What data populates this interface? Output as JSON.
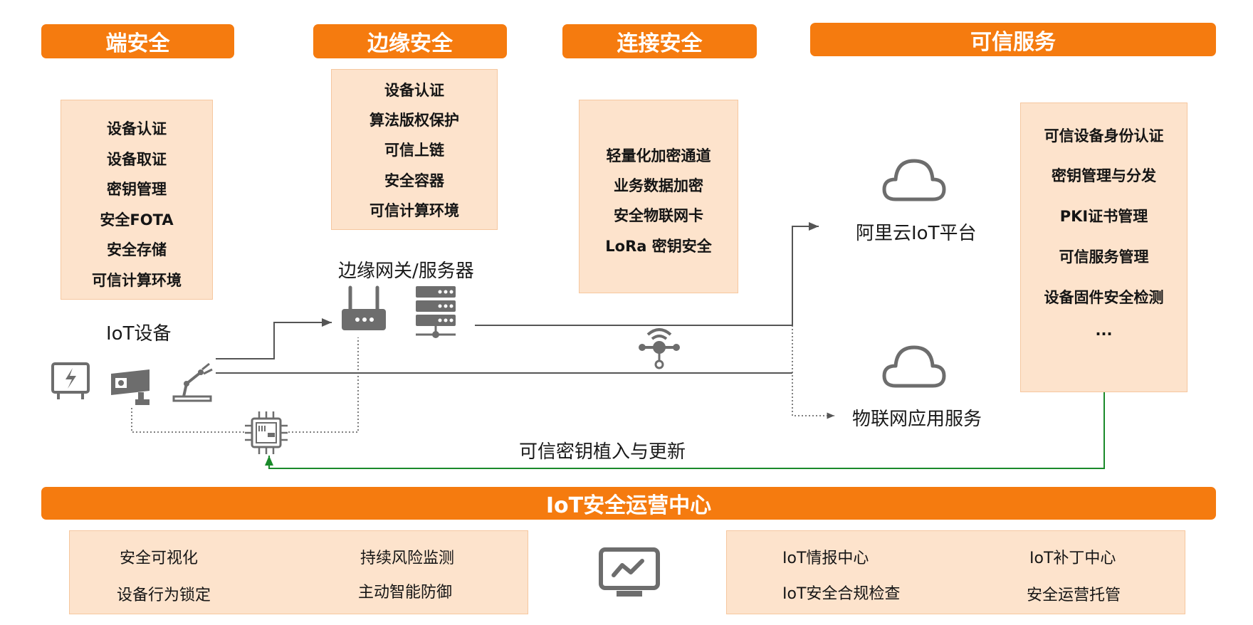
{
  "headers": {
    "endpoint": "端安全",
    "edge": "边缘安全",
    "connection": "连接安全",
    "trusted": "可信服务",
    "soc": "IoT安全运营中心"
  },
  "endpoint_items": [
    "设备认证",
    "设备取证",
    "密钥管理",
    "安全FOTA",
    "安全存储",
    "可信计算环境"
  ],
  "edge_items": [
    "设备认证",
    "算法版权保护",
    "可信上链",
    "安全容器",
    "可信计算环境"
  ],
  "connection_items": [
    "轻量化加密通道",
    "业务数据加密",
    "安全物联网卡",
    "LoRa 密钥安全"
  ],
  "trusted_items": [
    "可信设备身份认证",
    "密钥管理与分发",
    "PKI证书管理",
    "可信服务管理",
    "设备固件安全检测",
    "..."
  ],
  "labels": {
    "iot_device": "IoT设备",
    "edge_gateway": "边缘网关/服务器",
    "cloud_platform": "阿里云IoT平台",
    "iot_app": "物联网应用服务",
    "key_update": "可信密钥植入与更新"
  },
  "soc_left": [
    "安全可视化",
    "持续风险监测",
    "设备行为锁定",
    "主动智能防御"
  ],
  "soc_right": [
    "IoT情报中心",
    "IoT补丁中心",
    "IoT安全合规检查",
    "安全运营托管"
  ],
  "colors": {
    "accent": "#f57b0f",
    "box_fill": "#fde3cc",
    "green_line": "#1a8a2a",
    "icon_gray": "#6d6d6d"
  },
  "icons": [
    "meter-icon",
    "camera-icon",
    "robot-arm-icon",
    "router-icon",
    "server-icon",
    "chip-icon",
    "wireless-hub-icon",
    "cloud-icon",
    "monitor-chart-icon"
  ]
}
